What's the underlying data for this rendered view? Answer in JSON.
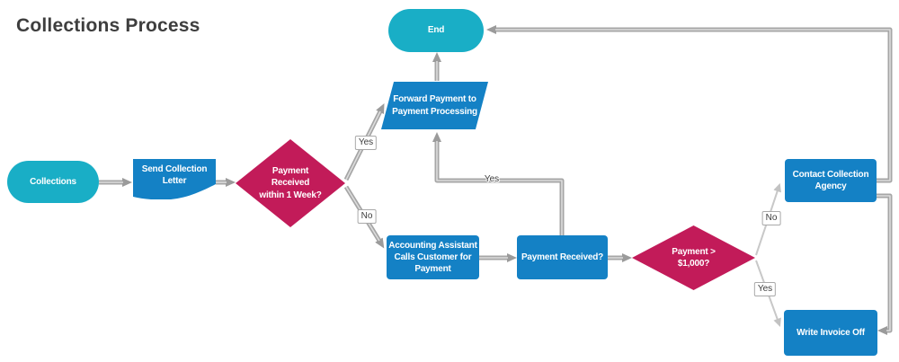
{
  "title": "Collections Process",
  "colors": {
    "terminator_teal": "#19AEC6",
    "shape_blue": "#1481C5",
    "decision_magenta": "#C21B59",
    "connector_gray": "#A6A6A6",
    "connector_highlight": "#DCDCDC",
    "thin_connector_gray": "#C8C8C8",
    "title_gray": "#3E3E3E",
    "node_text": "#FFFFFF",
    "edge_label_text": "#3B3B3B",
    "background": "#FFFFFF"
  },
  "nodes": {
    "start": {
      "type": "terminator",
      "label": "Collections"
    },
    "send_letter": {
      "type": "document",
      "label": "Send Collection\nLetter"
    },
    "decision_week": {
      "type": "decision",
      "label": "Payment\nReceived\nwithin 1 Week?"
    },
    "forward_payment": {
      "type": "parallelogram",
      "label": "Forward Payment to\nPayment Processing"
    },
    "end": {
      "type": "terminator",
      "label": "End"
    },
    "accounting_call": {
      "type": "process",
      "label": "Accounting Assistant\nCalls Customer for\nPayment"
    },
    "payment_received": {
      "type": "process",
      "label": "Payment Received?"
    },
    "decision_amount": {
      "type": "decision",
      "label": "Payment >\n$1,000?"
    },
    "contact_agency": {
      "type": "process",
      "label": "Contact Collection\nAgency"
    },
    "write_off": {
      "type": "process",
      "label": "Write Invoice Off"
    }
  },
  "edge_labels": {
    "week_yes": "Yes",
    "week_no": "No",
    "received_yes": "Yes",
    "amount_no": "No",
    "amount_yes": "Yes"
  },
  "edges": [
    {
      "from": "Collections",
      "to": "Send Collection Letter"
    },
    {
      "from": "Send Collection Letter",
      "to": "Payment Received within 1 Week?"
    },
    {
      "from": "Payment Received within 1 Week?",
      "to": "Forward Payment to Payment Processing",
      "label": "Yes"
    },
    {
      "from": "Payment Received within 1 Week?",
      "to": "Accounting Assistant Calls Customer for Payment",
      "label": "No"
    },
    {
      "from": "Forward Payment to Payment Processing",
      "to": "End"
    },
    {
      "from": "Accounting Assistant Calls Customer for Payment",
      "to": "Payment Received?"
    },
    {
      "from": "Payment Received?",
      "to": "Forward Payment to Payment Processing",
      "label": "Yes"
    },
    {
      "from": "Payment Received?",
      "to": "Payment > $1,000?"
    },
    {
      "from": "Payment > $1,000?",
      "to": "Contact Collection Agency",
      "label": "No"
    },
    {
      "from": "Payment > $1,000?",
      "to": "Write Invoice Off",
      "label": "Yes"
    },
    {
      "from": "Contact Collection Agency",
      "to": "End"
    },
    {
      "from": "Contact Collection Agency",
      "to": "Write Invoice Off"
    }
  ]
}
